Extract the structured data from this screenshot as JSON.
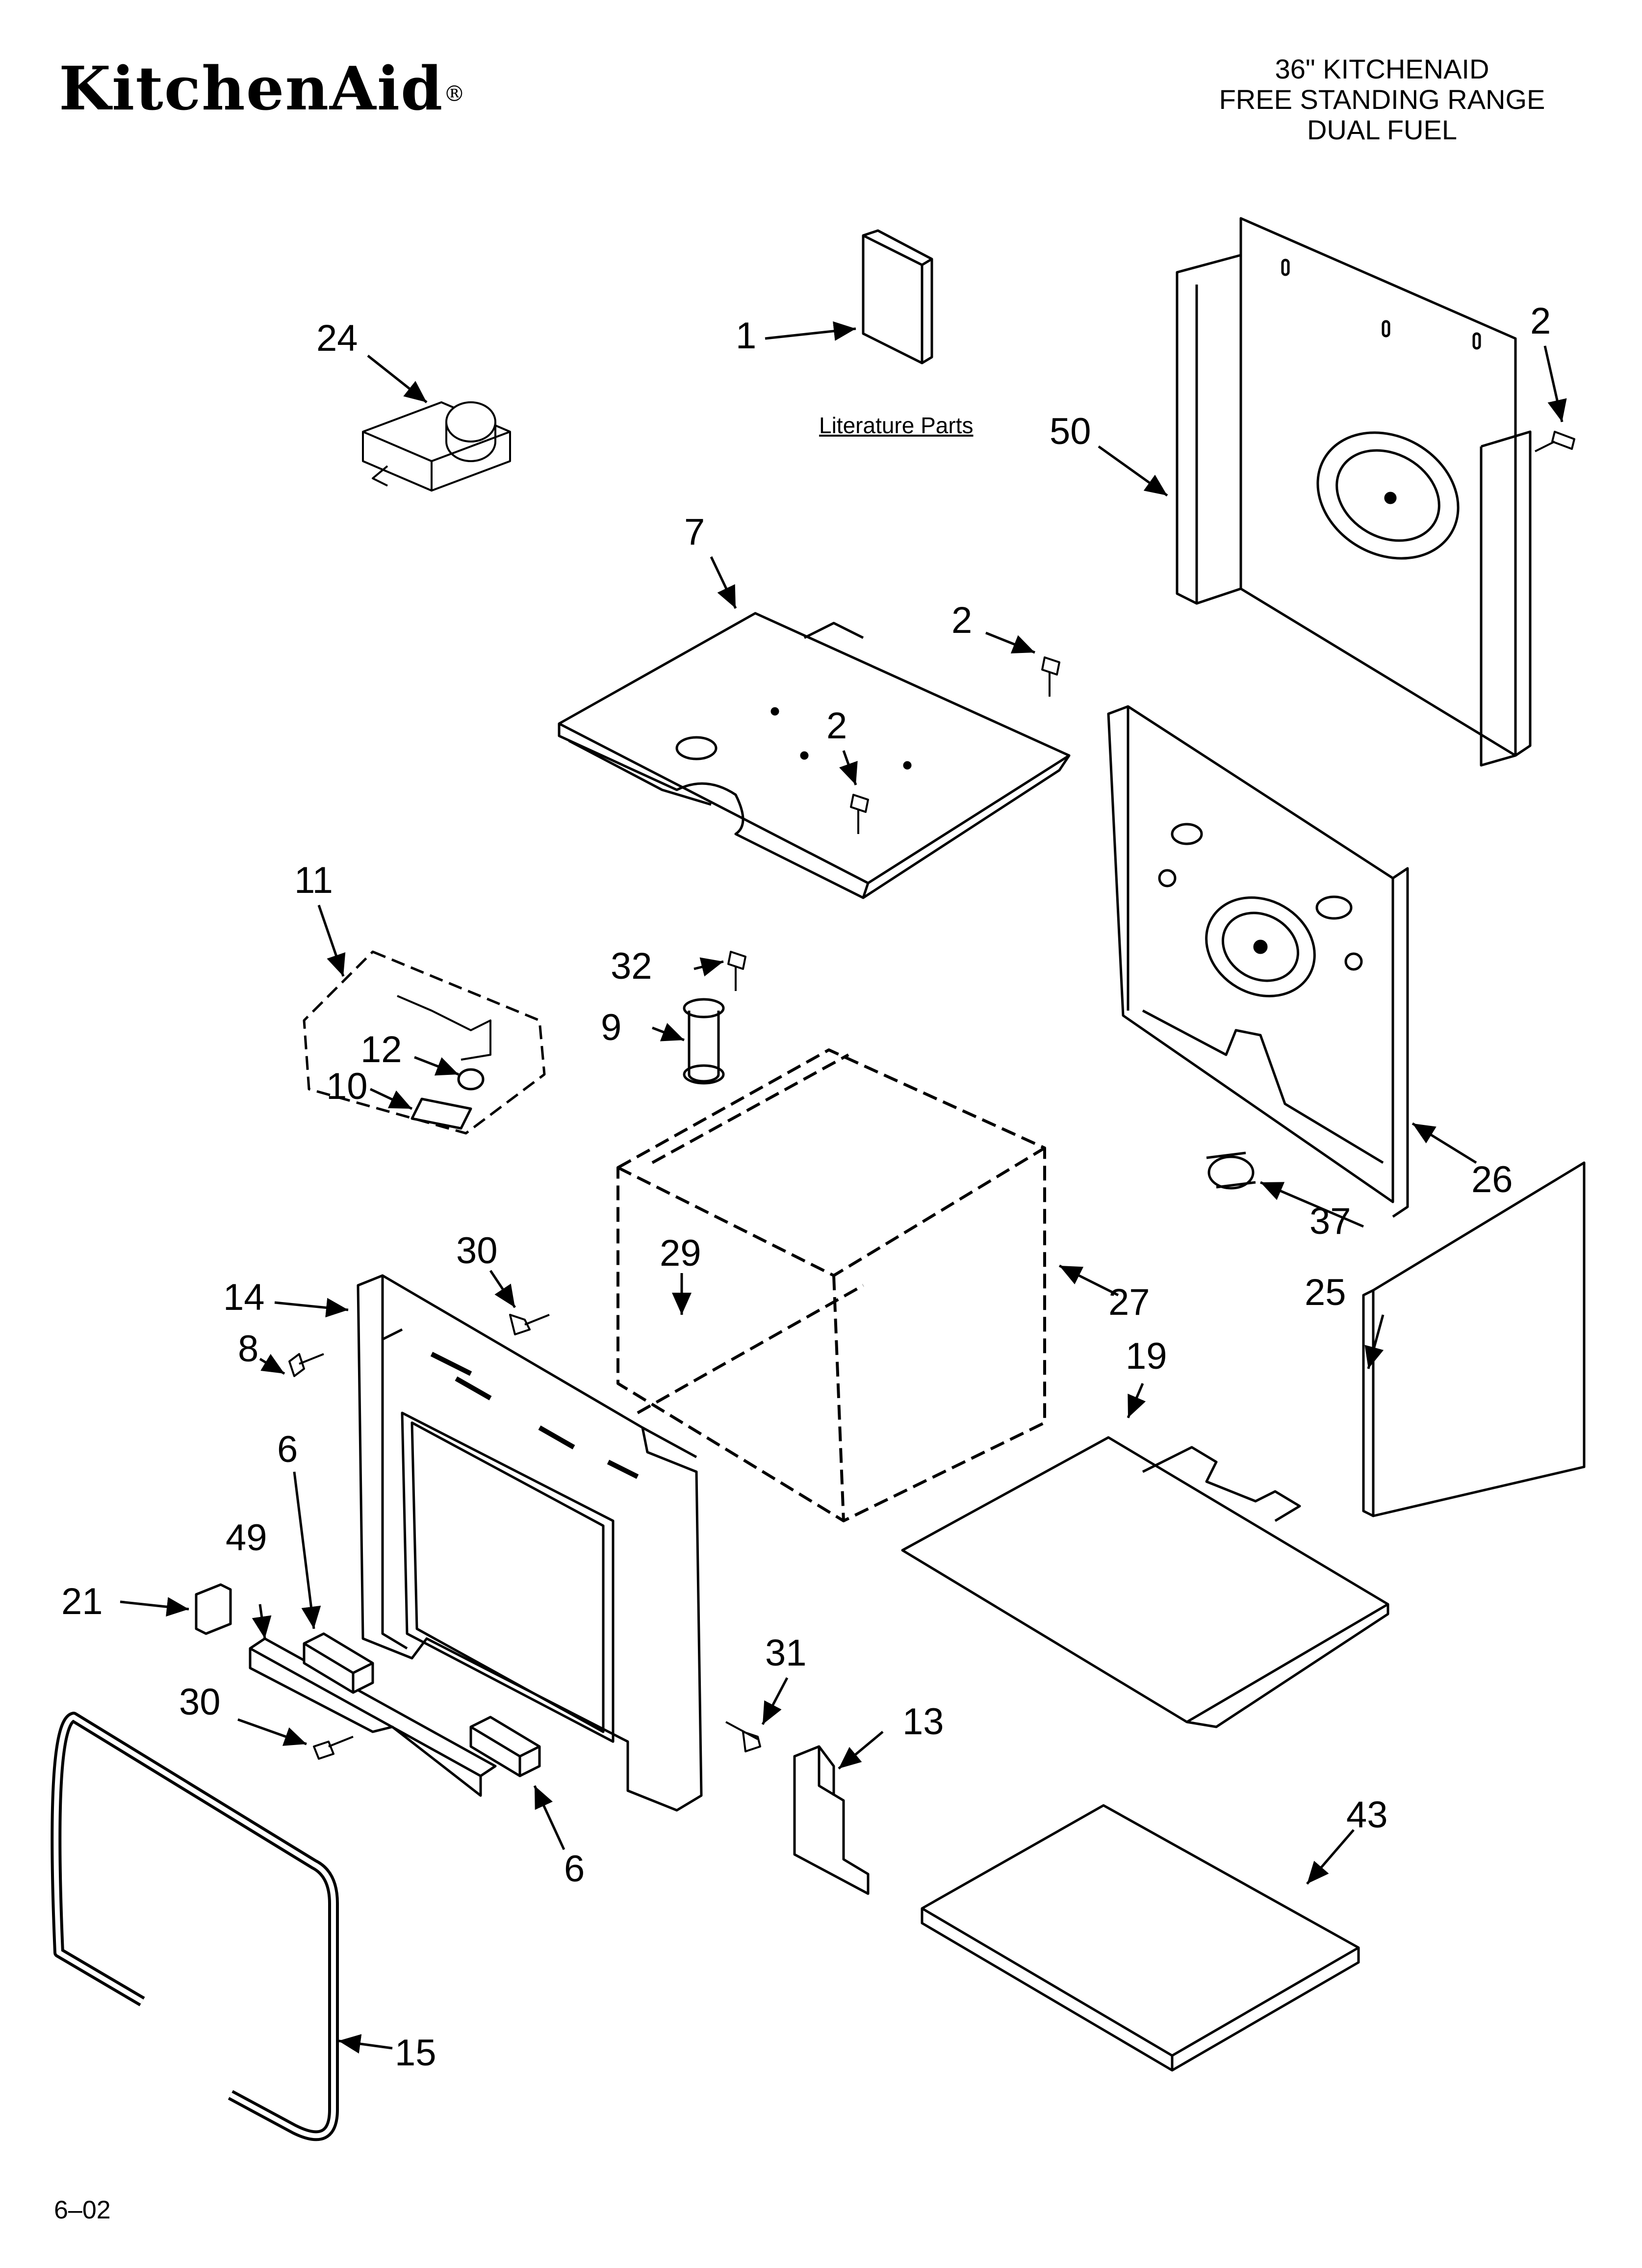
{
  "header": {
    "brand": "KitchenAid",
    "brand_mark": "®",
    "title_lines": [
      "36\" KITCHENAID",
      "FREE STANDING RANGE",
      "DUAL FUEL"
    ]
  },
  "literature_label": "Literature Parts",
  "footer": {
    "page_code": "6–02"
  },
  "callouts": {
    "c1": "1",
    "c2a": "2",
    "c2b": "2",
    "c2c": "2",
    "c6a": "6",
    "c6b": "6",
    "c7": "7",
    "c8": "8",
    "c9": "9",
    "c10": "10",
    "c11": "11",
    "c12": "12",
    "c13": "13",
    "c14": "14",
    "c15": "15",
    "c19": "19",
    "c21": "21",
    "c24": "24",
    "c25": "25",
    "c26": "26",
    "c27": "27",
    "c29": "29",
    "c30a": "30",
    "c30b": "30",
    "c31": "31",
    "c32": "32",
    "c37": "37",
    "c43": "43",
    "c49": "49",
    "c50": "50"
  }
}
